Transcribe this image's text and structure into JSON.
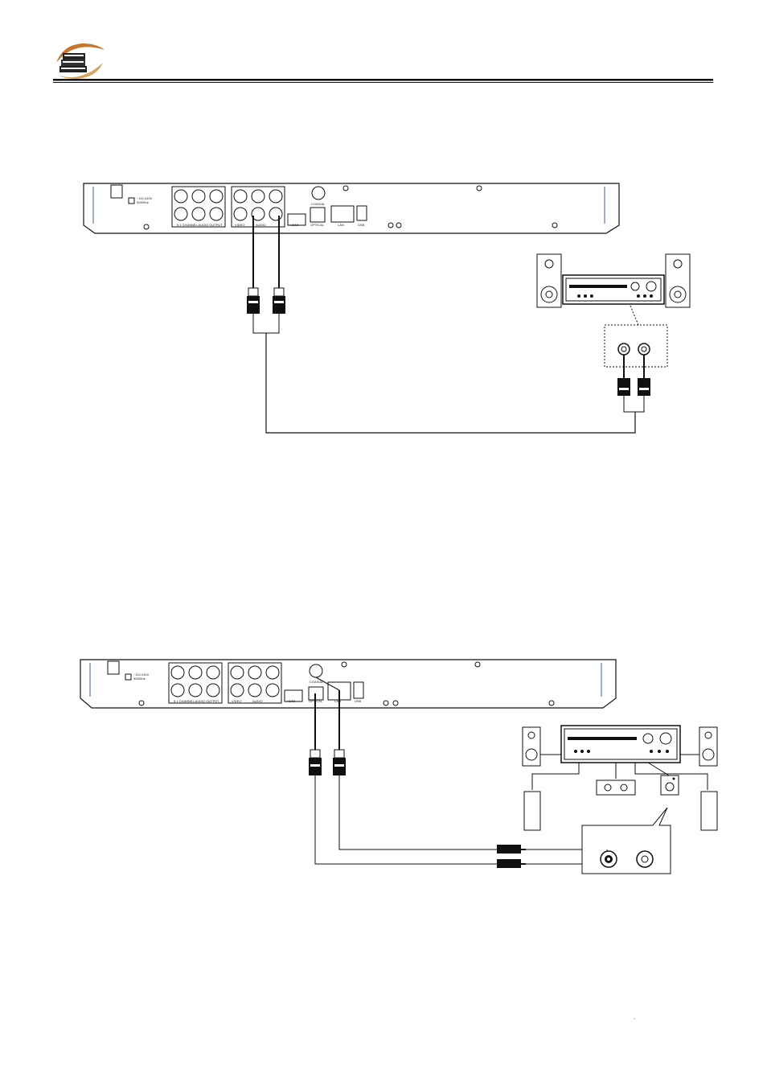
{
  "header": {
    "logo_icon": "books-logo-icon"
  },
  "player": {
    "power_label_line1": "~110-240V",
    "power_label_line2": "50/60Hz",
    "audio_output_label": "5.1 CHANNEL AUDIO OUTPUT",
    "video_label": "VIDEO",
    "audio_label": "AUDIO",
    "hdmi_label": "HDMI",
    "optical_label": "OPTICAL",
    "coaxial_label": "COAXIAL",
    "lan_label": "LAN",
    "usb_label": "USB"
  },
  "footer": {
    "mark": "."
  },
  "colors": {
    "line": "#111111",
    "accent": "#3a5bbf",
    "logo_orange": "#c8742a"
  }
}
